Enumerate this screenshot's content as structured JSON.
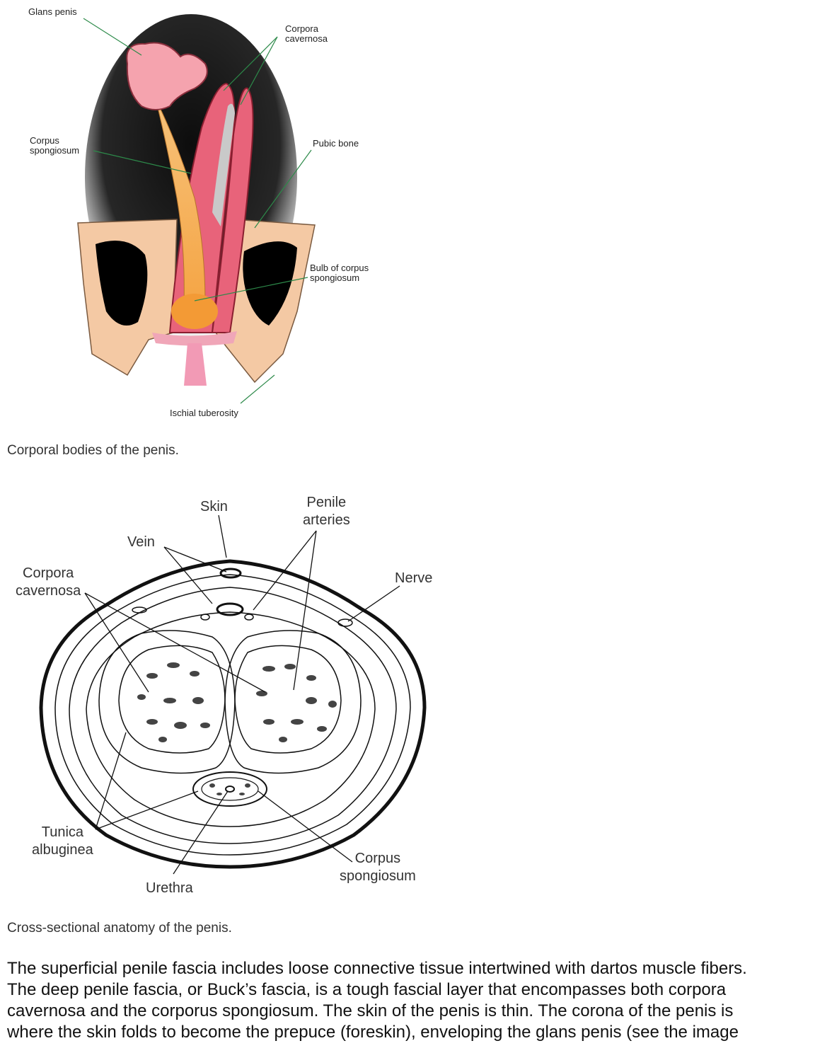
{
  "figure1": {
    "labels": {
      "glans_penis": "Glans penis",
      "corpora_cavernosa": "Corpora\ncavernosa",
      "corpus_spongiosum": "Corpus\nspongiosum",
      "pubic_bone": "Pubic bone",
      "bulb_of_corpus_spongiosum": "Bulb of corpus\nspongiosum",
      "ischial_tuberosity": "Ischial tuberosity"
    },
    "caption": "Corporal bodies of the penis."
  },
  "figure2": {
    "labels": {
      "skin": "Skin",
      "penile_arteries": "Penile\narteries",
      "vein": "Vein",
      "corpora_cavernosa": "Corpora\ncavernosa",
      "nerve": "Nerve",
      "tunica_albuginea": "Tunica\nalbuginea",
      "corpus_spongiosum": "Corpus\nspongiosum",
      "urethra": "Urethra"
    },
    "caption": "Cross-sectional anatomy of the penis."
  },
  "body_text": [
    "The superficial penile fascia includes loose connective tissue intertwined with dartos muscle fibers.",
    "The deep penile fascia, or Buck’s fascia, is a tough fascial layer that encompasses both corpora",
    "cavernosa and the corporus spongiosum. The skin of the penis is thin. The corona of the penis is",
    "where the skin folds to become the prepuce (foreskin), enveloping the glans penis (see the image"
  ]
}
